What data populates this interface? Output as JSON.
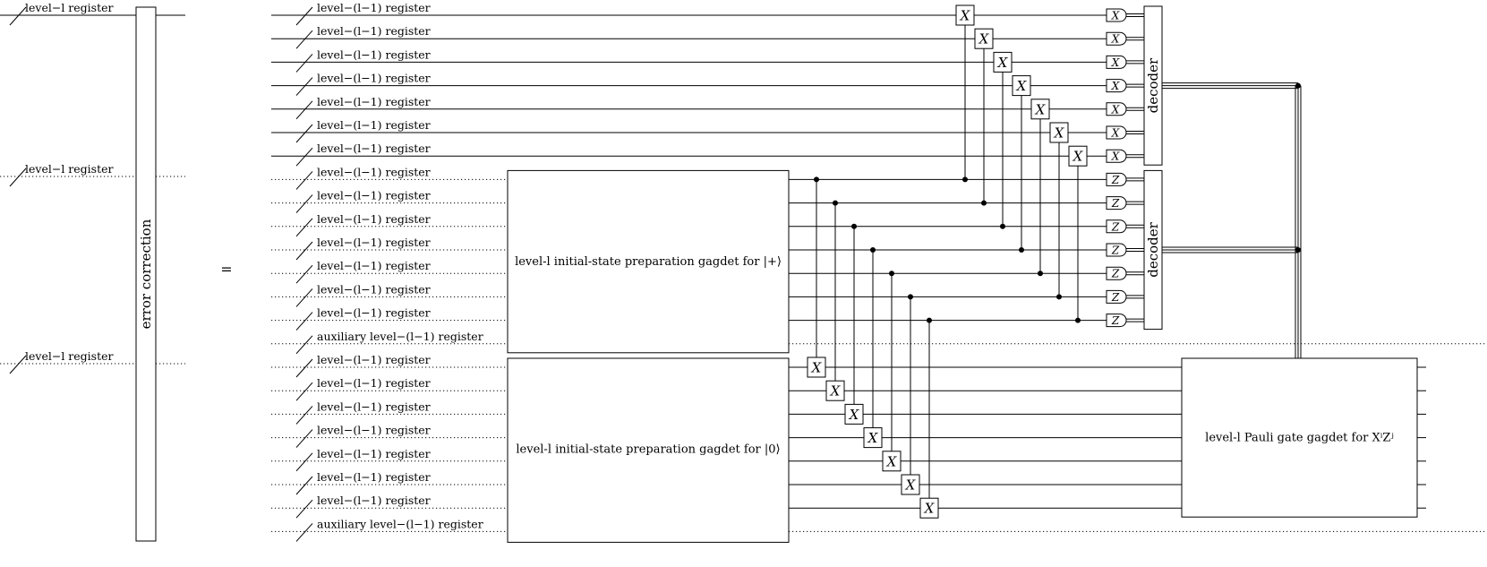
{
  "left": {
    "wire_labels": [
      "level−l register",
      "level−l register",
      "level−l register"
    ],
    "ec_box_label": "error correction"
  },
  "equals": "=",
  "right": {
    "wire_labels": [
      "level−(l−1) register",
      "level−(l−1) register",
      "level−(l−1) register",
      "level−(l−1) register",
      "level−(l−1) register",
      "level−(l−1) register",
      "level−(l−1) register",
      "level−(l−1) register",
      "level−(l−1) register",
      "level−(l−1) register",
      "level−(l−1) register",
      "level−(l−1) register",
      "level−(l−1) register",
      "level−(l−1) register",
      "auxiliary level−(l−1) register",
      "level−(l−1) register",
      "level−(l−1) register",
      "level−(l−1) register",
      "level−(l−1) register",
      "level−(l−1) register",
      "level−(l−1) register",
      "level−(l−1) register",
      "auxiliary level−(l−1) register"
    ],
    "prep_plus_label": "level-l initial-state preparation gagdet for |+⟩",
    "prep_zero_label": "level-l initial-state preparation gagdet for |0⟩",
    "cnot_target": "X",
    "measure_x": "X",
    "measure_z": "Z",
    "decoder_label": "decoder",
    "pauli_label": "level-l Pauli gate gagdet for XⁱZʲ"
  }
}
